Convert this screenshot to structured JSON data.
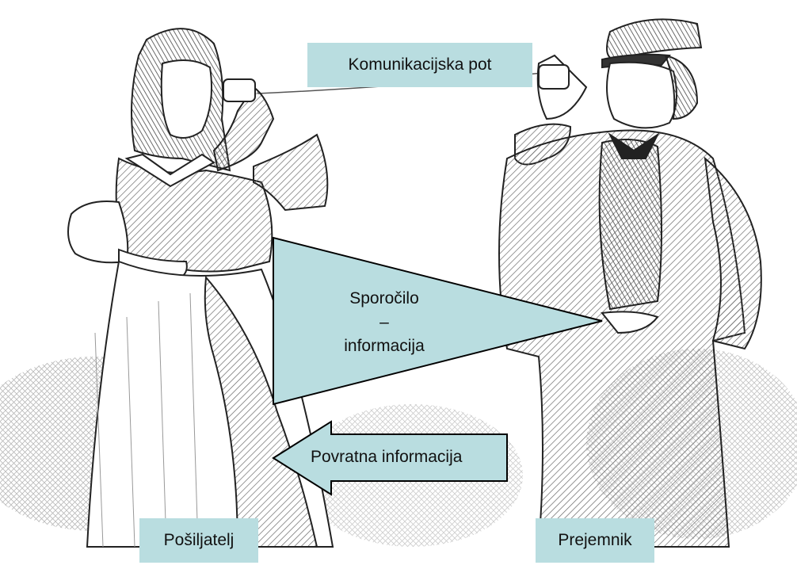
{
  "labels": {
    "channel": "Komunikacijska pot",
    "message_line1": "Sporočilo",
    "message_line2": "–",
    "message_line3": "informacija",
    "feedback": "Povratna informacija",
    "sender": "Pošiljatelj",
    "receiver": "Prejemnik"
  },
  "colors": {
    "box_fill": "#b9dde0",
    "outline": "#000000",
    "engraving": "#3a3a3a"
  },
  "icons": {
    "woman": "woman-with-can-telephone-illustration",
    "man": "man-with-can-telephone-illustration",
    "message_shape": "right-pointing-triangle",
    "feedback_shape": "left-pointing-arrow"
  }
}
